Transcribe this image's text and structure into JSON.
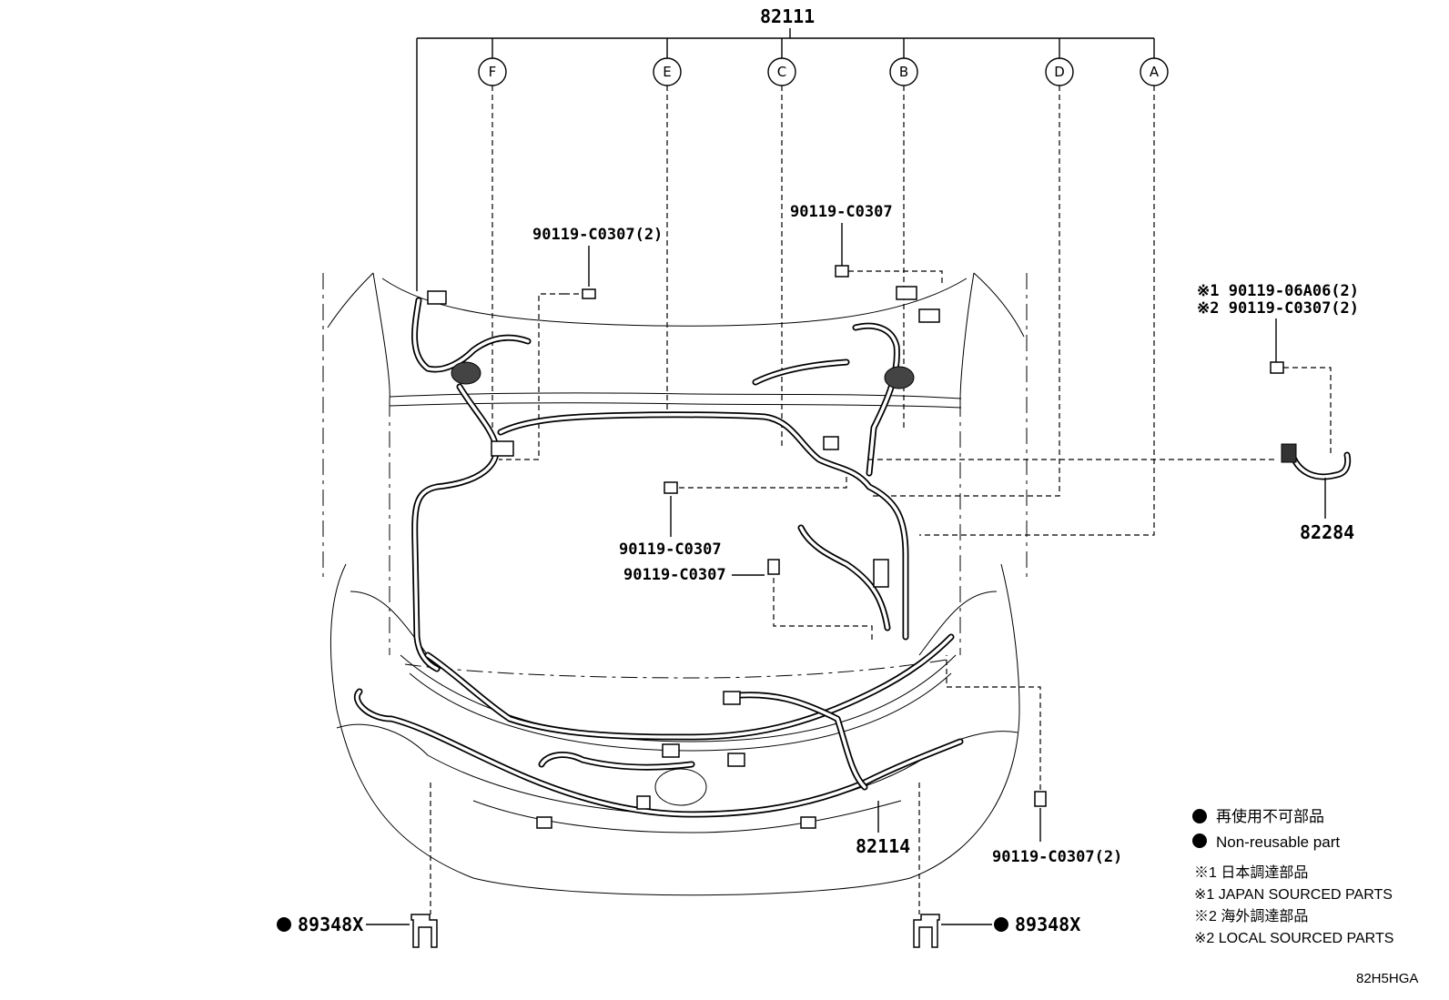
{
  "diagram": {
    "main_part": "82111",
    "connector_letters": [
      "F",
      "E",
      "C",
      "B",
      "D",
      "A"
    ],
    "parts": {
      "harness_front": "82114",
      "harness_side": "82284",
      "clip_left": "89348X",
      "clip_right": "89348X",
      "bolt_top_left": "90119-C0307(2)",
      "bolt_top_right": "90119-C0307",
      "bolt_center_1": "90119-C0307",
      "bolt_center_2": "90119-C0307",
      "bolt_bottom_right": "90119-C0307(2)",
      "bolt_side_1": "※1 90119-06A06(2)",
      "bolt_side_2": "※2 90119-C0307(2)"
    },
    "legend": {
      "nonreuse_jp": "再使用不可部品",
      "nonreuse_en": "Non-reusable part",
      "note1_jp": "※1 日本調達部品",
      "note1_en": "※1 JAPAN SOURCED PARTS",
      "note2_jp": "※2 海外調達部品",
      "note2_en": "※2 LOCAL SOURCED PARTS"
    },
    "figure_code": "82H5HGA"
  }
}
